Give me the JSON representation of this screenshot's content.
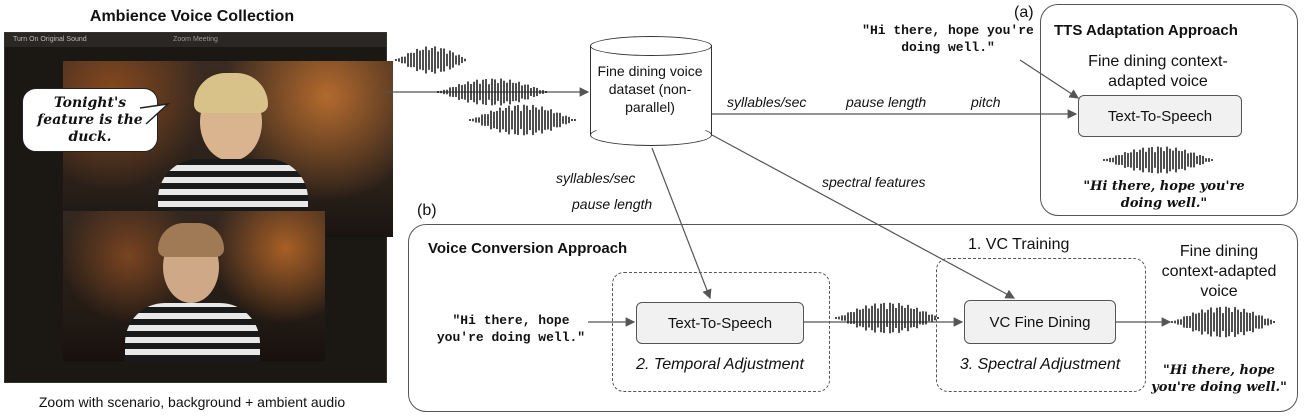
{
  "left_panel": {
    "title": "Ambience Voice Collection",
    "zoom_topbar_left": "Turn On Original Sound",
    "zoom_topbar_center": "Zoom Meeting",
    "speech_bubble": "Tonight's feature is the duck.",
    "caption": "Zoom with scenario, background + ambient audio"
  },
  "dataset": {
    "label": "Fine dining voice dataset (non-parallel)"
  },
  "tts_top": {
    "tag": "(a)",
    "title": "TTS Adaptation Approach",
    "subtitle": "Fine dining context-adapted voice",
    "input_text": "\"Hi there, hope you're doing well.\"",
    "process": "Text-To-Speech",
    "output_text": "\"Hi there, hope you're doing well.\""
  },
  "edge_labels": {
    "syllables_top": "syllables/sec",
    "pause_top": "pause length",
    "pitch_top": "pitch",
    "syllables_left": "syllables/sec",
    "pause_left": "pause length",
    "spectral": "spectral features"
  },
  "vc": {
    "tag": "(b)",
    "title": "Voice Conversion Approach",
    "input_text": "\"Hi there, hope you're doing well.\"",
    "tts": "Text-To-Speech",
    "temporal": "2. Temporal Adjustment",
    "vc_training": "1. VC Training",
    "vc_process": "VC Fine Dining",
    "spectral": "3. Spectral Adjustment",
    "output_title": "Fine dining context-adapted voice",
    "output_text": "\"Hi there, hope you're doing well.\""
  },
  "colors": {
    "box_fill": "#f1f1f1",
    "line": "#555555",
    "wave": "#222222"
  }
}
